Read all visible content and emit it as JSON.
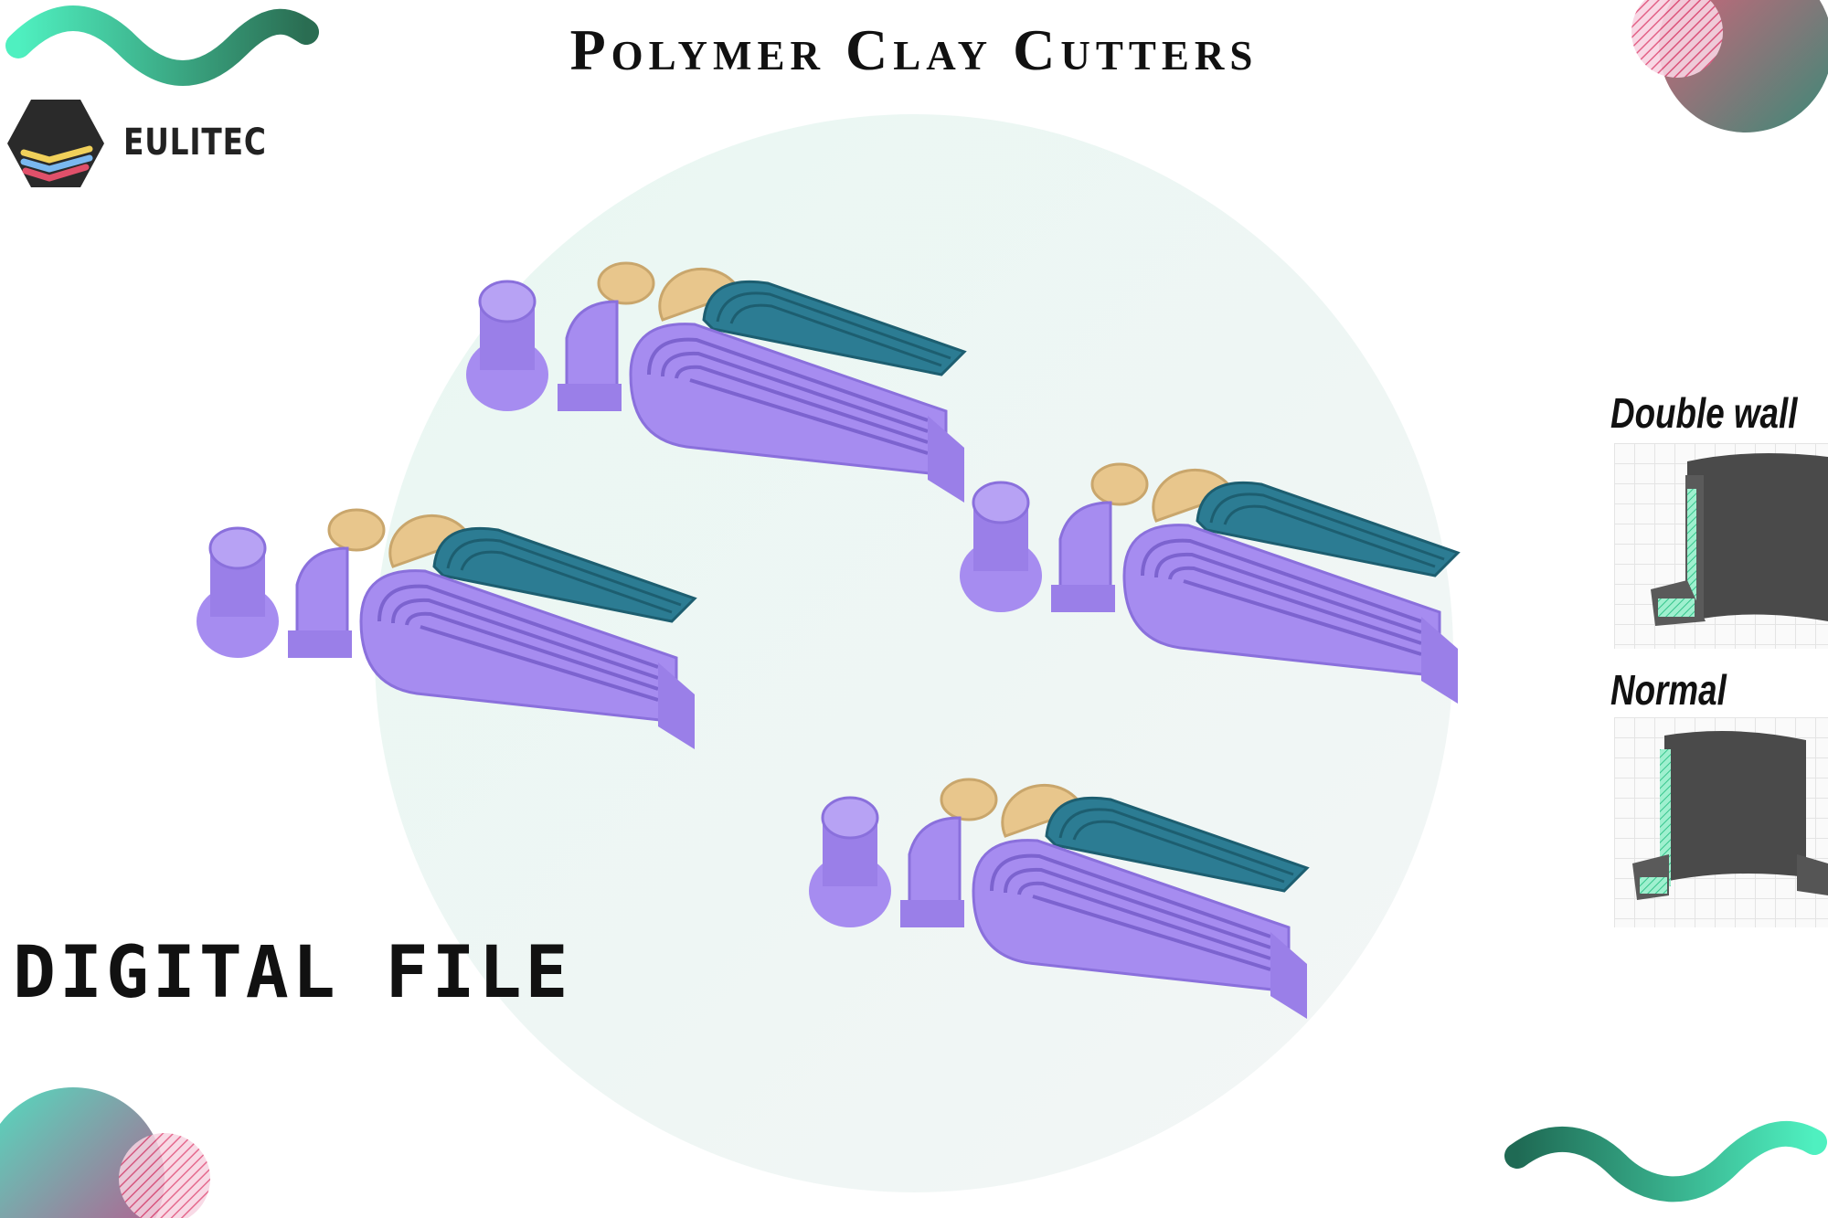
{
  "header": {
    "title": "Polymer Clay Cutters"
  },
  "brand": {
    "name": "EULITEC",
    "logo_icon": "hexagon-logo-icon"
  },
  "badge": {
    "text": "DIGITAL FILE"
  },
  "comparison": {
    "double_wall_label": "Double wall",
    "normal_label": "Normal"
  },
  "colors": {
    "cutter_purple": "#a68cf0",
    "clay_blue": "#2c7c93",
    "clay_tan": "#e8c68c",
    "wave_green": "#4fd9b1",
    "accent_pink": "#d95a8c",
    "section_grey": "#4a4a4a",
    "section_green": "#4fd9a0"
  }
}
